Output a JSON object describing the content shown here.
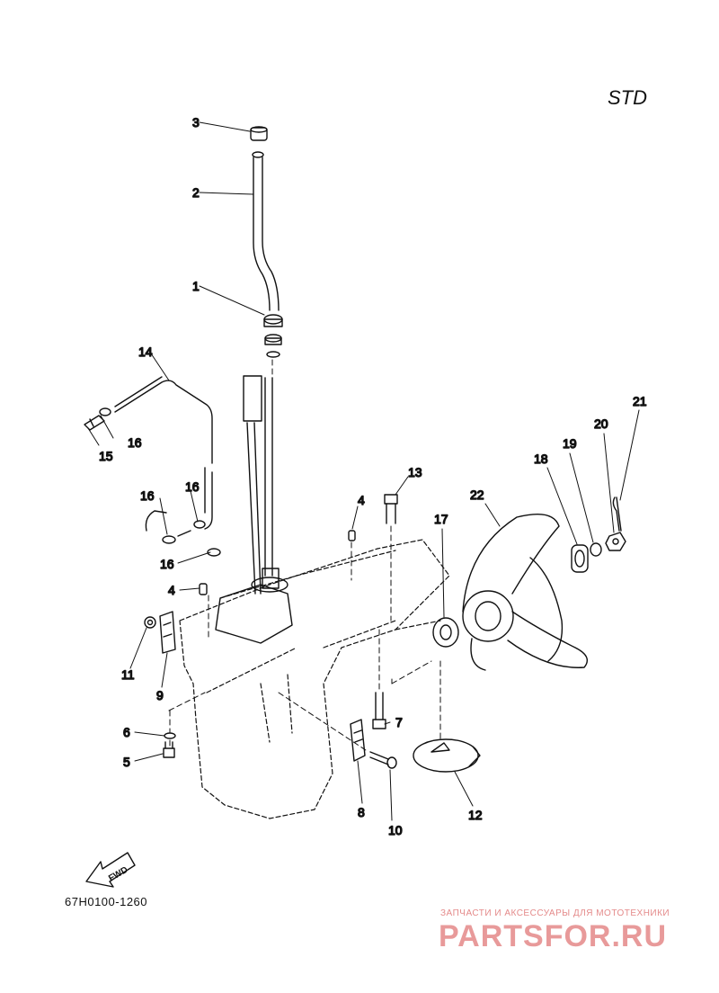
{
  "header": {
    "variant": "STD"
  },
  "footer": {
    "part_code": "67H0100-1260"
  },
  "fwd_arrow": {
    "label": "FWD"
  },
  "watermark": {
    "tagline": "ЗАПЧАСТИ И АКСЕССУАРЫ ДЛЯ МОТОТЕХНИКИ",
    "brand": "PARTSFOR.RU"
  },
  "callouts": {
    "c1": "1",
    "c2": "2",
    "c3": "3",
    "c4a": "4",
    "c4b": "4",
    "c5": "5",
    "c6": "6",
    "c7": "7",
    "c8": "8",
    "c9": "9",
    "c10": "10",
    "c11": "11",
    "c12": "12",
    "c13": "13",
    "c14": "14",
    "c15": "15",
    "c16a": "16",
    "c16b": "16",
    "c16c": "16",
    "c16d": "16",
    "c17": "17",
    "c18": "18",
    "c19": "19",
    "c20": "20",
    "c21": "21",
    "c22": "22"
  }
}
